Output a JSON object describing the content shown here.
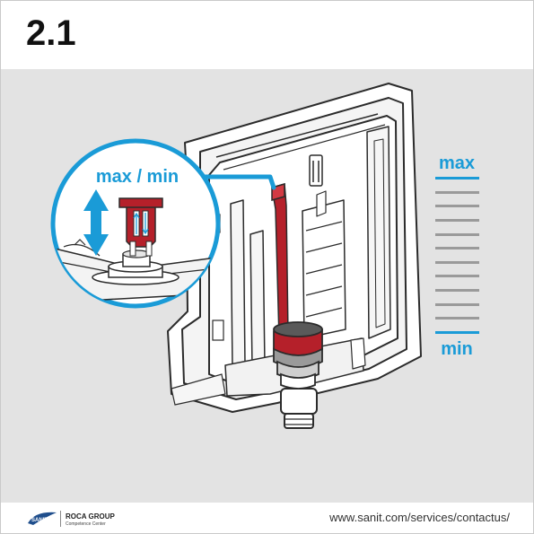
{
  "header": {
    "step": "2.1"
  },
  "callout": {
    "label": "max / min"
  },
  "scale": {
    "max_label": "max",
    "min_label": "min",
    "gray_lines": 10
  },
  "footer": {
    "brand": "ROCA GROUP",
    "brand_sub": "Competence Center",
    "logo_text": "SANIT",
    "url": "www.sanit.com/services/contactus/"
  },
  "colors": {
    "accent_blue": "#1a9bd7",
    "valve_red": "#b5202a",
    "panel_gray": "#e3e3e3",
    "scale_gray": "#9a9a9a"
  },
  "icons": [
    "up-down-arrow-icon",
    "sanit-logo-icon"
  ]
}
